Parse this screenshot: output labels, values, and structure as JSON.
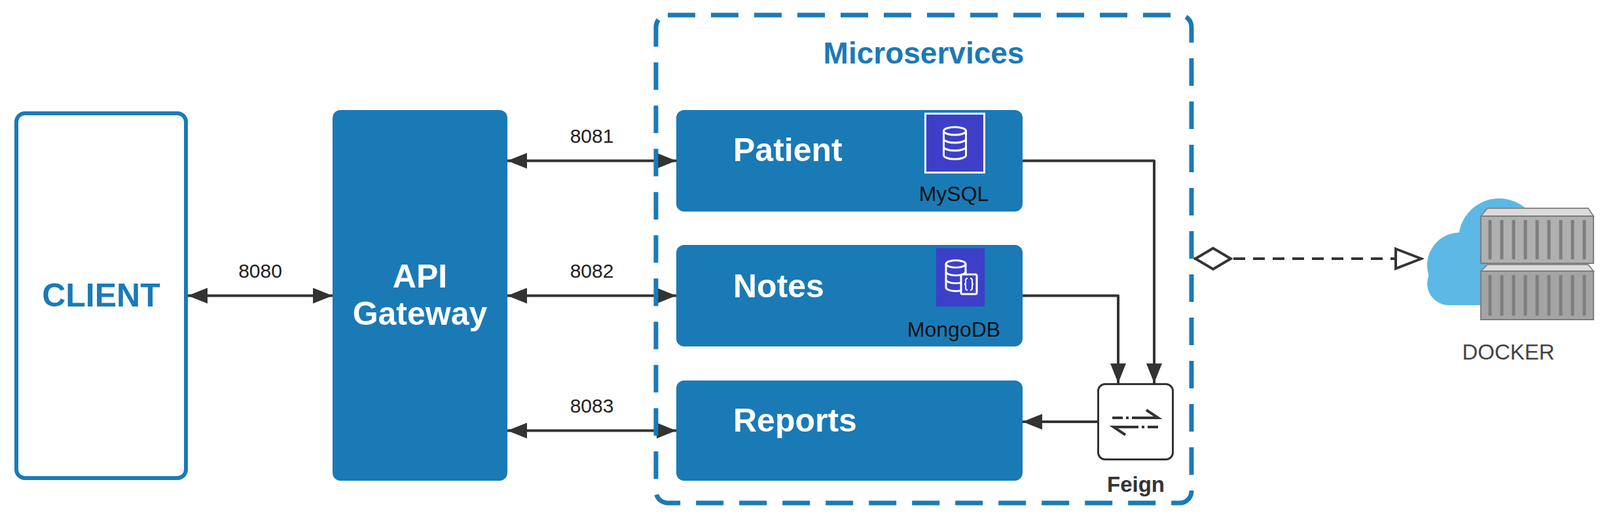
{
  "diagram": {
    "nodes": [
      {
        "text": [
          "CLIENT"
        ]
      },
      {
        "text": [
          "API Gateway"
        ]
      },
      {
        "text": [
          "Microservices"
        ]
      },
      {
        "text": [
          "Patient",
          "MySQL"
        ],
        "in": 2
      },
      {
        "text": [
          "Notes",
          "MongoDB"
        ],
        "in": 2
      },
      {
        "text": [
          "Reports"
        ],
        "in": 2
      },
      {
        "text": [
          "Feign"
        ],
        "in": 2
      },
      {
        "text": [
          "DOCKER"
        ]
      }
    ],
    "edges": [
      {
        "from": 0,
        "to": 1,
        "arrow": "both",
        "label": "8080"
      },
      {
        "from": 1,
        "to": 3,
        "arrow": "both",
        "label": "8081"
      },
      {
        "from": 1,
        "to": 4,
        "arrow": "both",
        "label": "8082"
      },
      {
        "from": 1,
        "to": 5,
        "arrow": "both",
        "label": "8083"
      },
      {
        "from": 3,
        "to": 6,
        "arrow": "to"
      },
      {
        "from": 4,
        "to": 6,
        "arrow": "to"
      },
      {
        "from": 6,
        "to": 5,
        "arrow": "to"
      },
      {
        "from": 2,
        "to": 7,
        "arrow": "both"
      }
    ]
  }
}
